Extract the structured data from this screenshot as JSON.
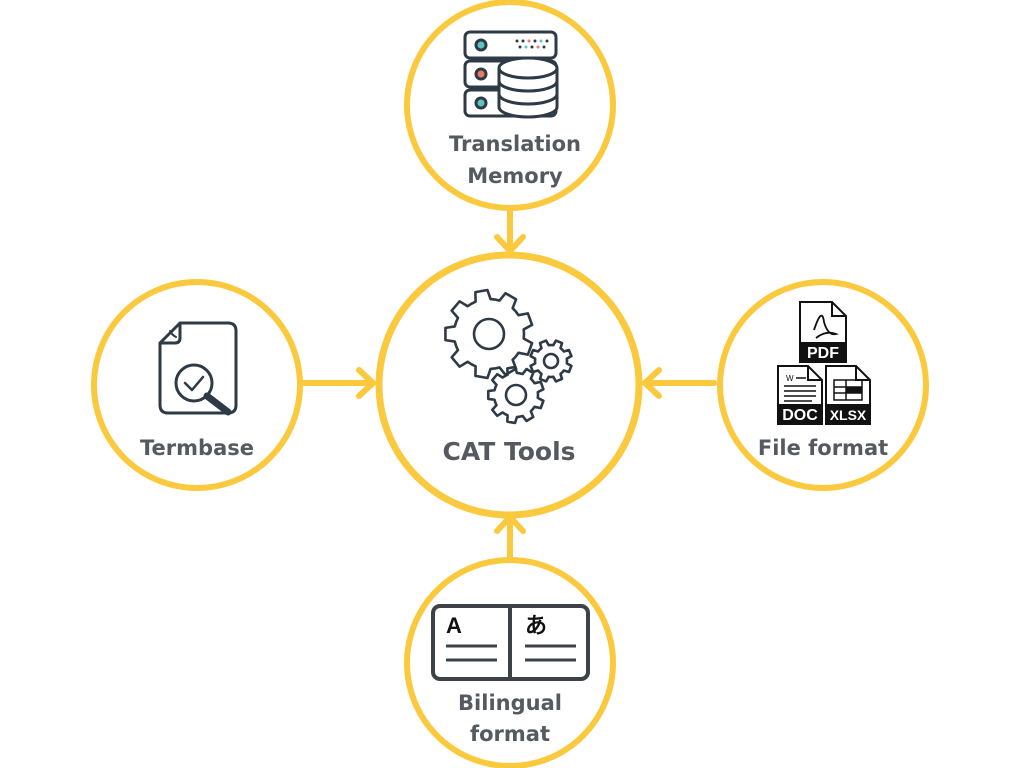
{
  "colors": {
    "ring": "#fbc93d",
    "icon": "#2e3a46",
    "text": "#555a60"
  },
  "center": {
    "label": "CAT Tools",
    "icon": "gears-icon"
  },
  "nodes": {
    "translation_memory": {
      "label_line1": "Translation",
      "label_line2": "Memory",
      "icon": "database-server-icon"
    },
    "termbase": {
      "label": "Termbase",
      "icon": "document-search-icon"
    },
    "file_format": {
      "label": "File format",
      "icon": "file-types-icon",
      "badges": {
        "pdf": "PDF",
        "doc": "DOC",
        "xlsx": "XLSX"
      }
    },
    "bilingual_format": {
      "label_line1": "Bilingual",
      "label_line2": "format",
      "icon": "bilingual-book-icon",
      "glyphs": {
        "left": "A",
        "right": "あ"
      }
    }
  }
}
